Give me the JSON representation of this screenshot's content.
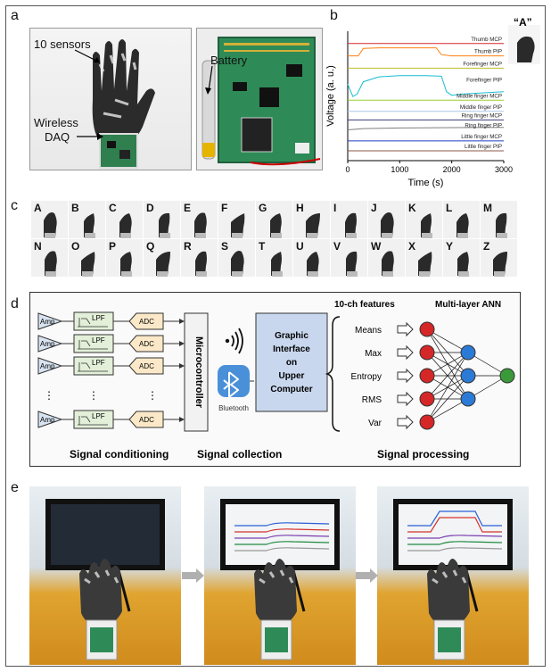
{
  "panels": {
    "a": {
      "label": "a",
      "sensors_text": "10 sensors",
      "daq_text_1": "Wireless",
      "daq_text_2": "DAQ",
      "battery_text": "Battery"
    },
    "b": {
      "label": "b",
      "gesture_letter": "“A”",
      "ylabel": "Voltage (a. u.)",
      "xlabel": "Time (s)"
    },
    "c": {
      "label": "c",
      "letters": [
        "A",
        "B",
        "C",
        "D",
        "E",
        "F",
        "G",
        "H",
        "I",
        "J",
        "K",
        "L",
        "M",
        "N",
        "O",
        "P",
        "Q",
        "R",
        "S",
        "T",
        "U",
        "V",
        "W",
        "X",
        "Y",
        "Z"
      ]
    },
    "d": {
      "label": "d",
      "amp": "Amp",
      "lpf": "LPF",
      "adc": "ADC",
      "ellipsis": "⋮",
      "microcontroller": "Microcontroller",
      "bluetooth": "Bluetooth",
      "gui_lines": [
        "Graphic",
        "Interface",
        "on",
        "Upper",
        "Computer"
      ],
      "features_title": "10-ch features",
      "ann_title": "Multi-layer ANN",
      "features": [
        "Means",
        "Max",
        "Entropy",
        "RMS",
        "Var"
      ],
      "section_conditioning": "Signal conditioning",
      "section_collection": "Signal collection",
      "section_processing": "Signal processing"
    },
    "e": {
      "label": "e"
    }
  },
  "chart_data": {
    "type": "line",
    "xlabel": "Time (s)",
    "ylabel": "Voltage (a. u.)",
    "xlim": [
      0,
      3000
    ],
    "xticks": [
      0,
      1000,
      2000,
      3000
    ],
    "series": [
      {
        "name": "Thumb MCP",
        "color": "#d62728",
        "offset": 9.0,
        "x": [
          0,
          3000
        ],
        "y": [
          0,
          0
        ]
      },
      {
        "name": "Thumb PIP",
        "color": "#ff7f0e",
        "offset": 8.0,
        "x": [
          0,
          200,
          300,
          600,
          1700,
          1800,
          2000,
          3000
        ],
        "y": [
          0,
          0,
          0.6,
          0.65,
          0.65,
          0.1,
          0,
          0
        ]
      },
      {
        "name": "Forefinger MCP",
        "color": "#bcbd22",
        "offset": 7.0,
        "x": [
          0,
          3000
        ],
        "y": [
          0,
          0
        ]
      },
      {
        "name": "Forefinger PIP",
        "color": "#17becf",
        "offset": 5.7,
        "x": [
          0,
          50,
          100,
          180,
          300,
          600,
          1000,
          1500,
          1800,
          1900,
          2000,
          2200,
          3000
        ],
        "y": [
          0,
          -0.5,
          -1.0,
          -0.8,
          0.2,
          0.6,
          0.7,
          0.7,
          0.65,
          -0.6,
          -0.9,
          -0.8,
          -0.6
        ]
      },
      {
        "name": "Middle finger MCP",
        "color": "#9acd32",
        "offset": 4.4,
        "x": [
          0,
          3000
        ],
        "y": [
          0,
          0
        ]
      },
      {
        "name": "Middle finger PIP",
        "color": "#aec7e8",
        "offset": 3.5,
        "x": [
          0,
          3000
        ],
        "y": [
          0,
          0
        ]
      },
      {
        "name": "Ring finger MCP",
        "color": "#393b79",
        "offset": 2.8,
        "x": [
          0,
          3000
        ],
        "y": [
          0,
          0
        ]
      },
      {
        "name": "Ring finger PIP",
        "color": "#7f7f7f",
        "offset": 2.0,
        "x": [
          0,
          300,
          1000,
          3000
        ],
        "y": [
          0,
          0.1,
          0.15,
          0.2
        ]
      },
      {
        "name": "Little finger MCP",
        "color": "#1f3fbf",
        "offset": 1.1,
        "x": [
          0,
          3000
        ],
        "y": [
          0,
          0
        ]
      },
      {
        "name": "Little finger PIP",
        "color": "#8c564b",
        "offset": 0.3,
        "x": [
          0,
          3000
        ],
        "y": [
          0,
          0
        ]
      }
    ],
    "ylim": [
      -0.5,
      10
    ],
    "grid": false,
    "legend": "inline"
  }
}
